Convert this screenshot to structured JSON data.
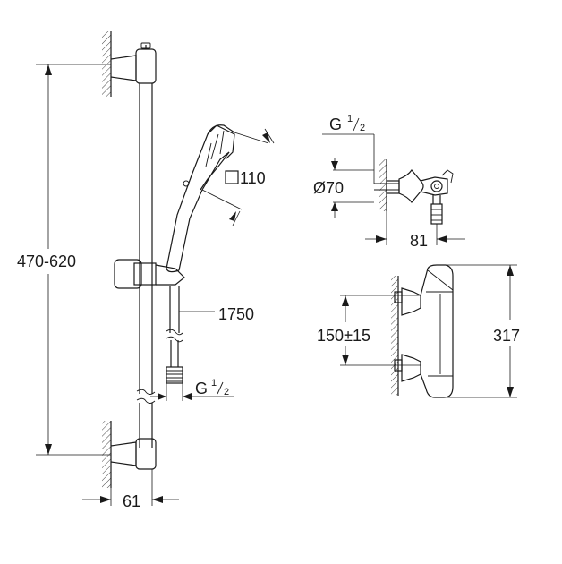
{
  "labels": {
    "bar_height": "470-620",
    "head_size": "110",
    "hose_length": "1750",
    "hose_thread_g": "G",
    "hose_thread_num": "1",
    "hose_thread_den": "2",
    "wall_depth": "61",
    "valve_thread_g": "G",
    "valve_thread_num": "1",
    "valve_thread_den": "2",
    "valve_diameter": "Ø70",
    "valve_depth": "81",
    "thermostat_centers": "150±15",
    "thermostat_height": "317"
  }
}
